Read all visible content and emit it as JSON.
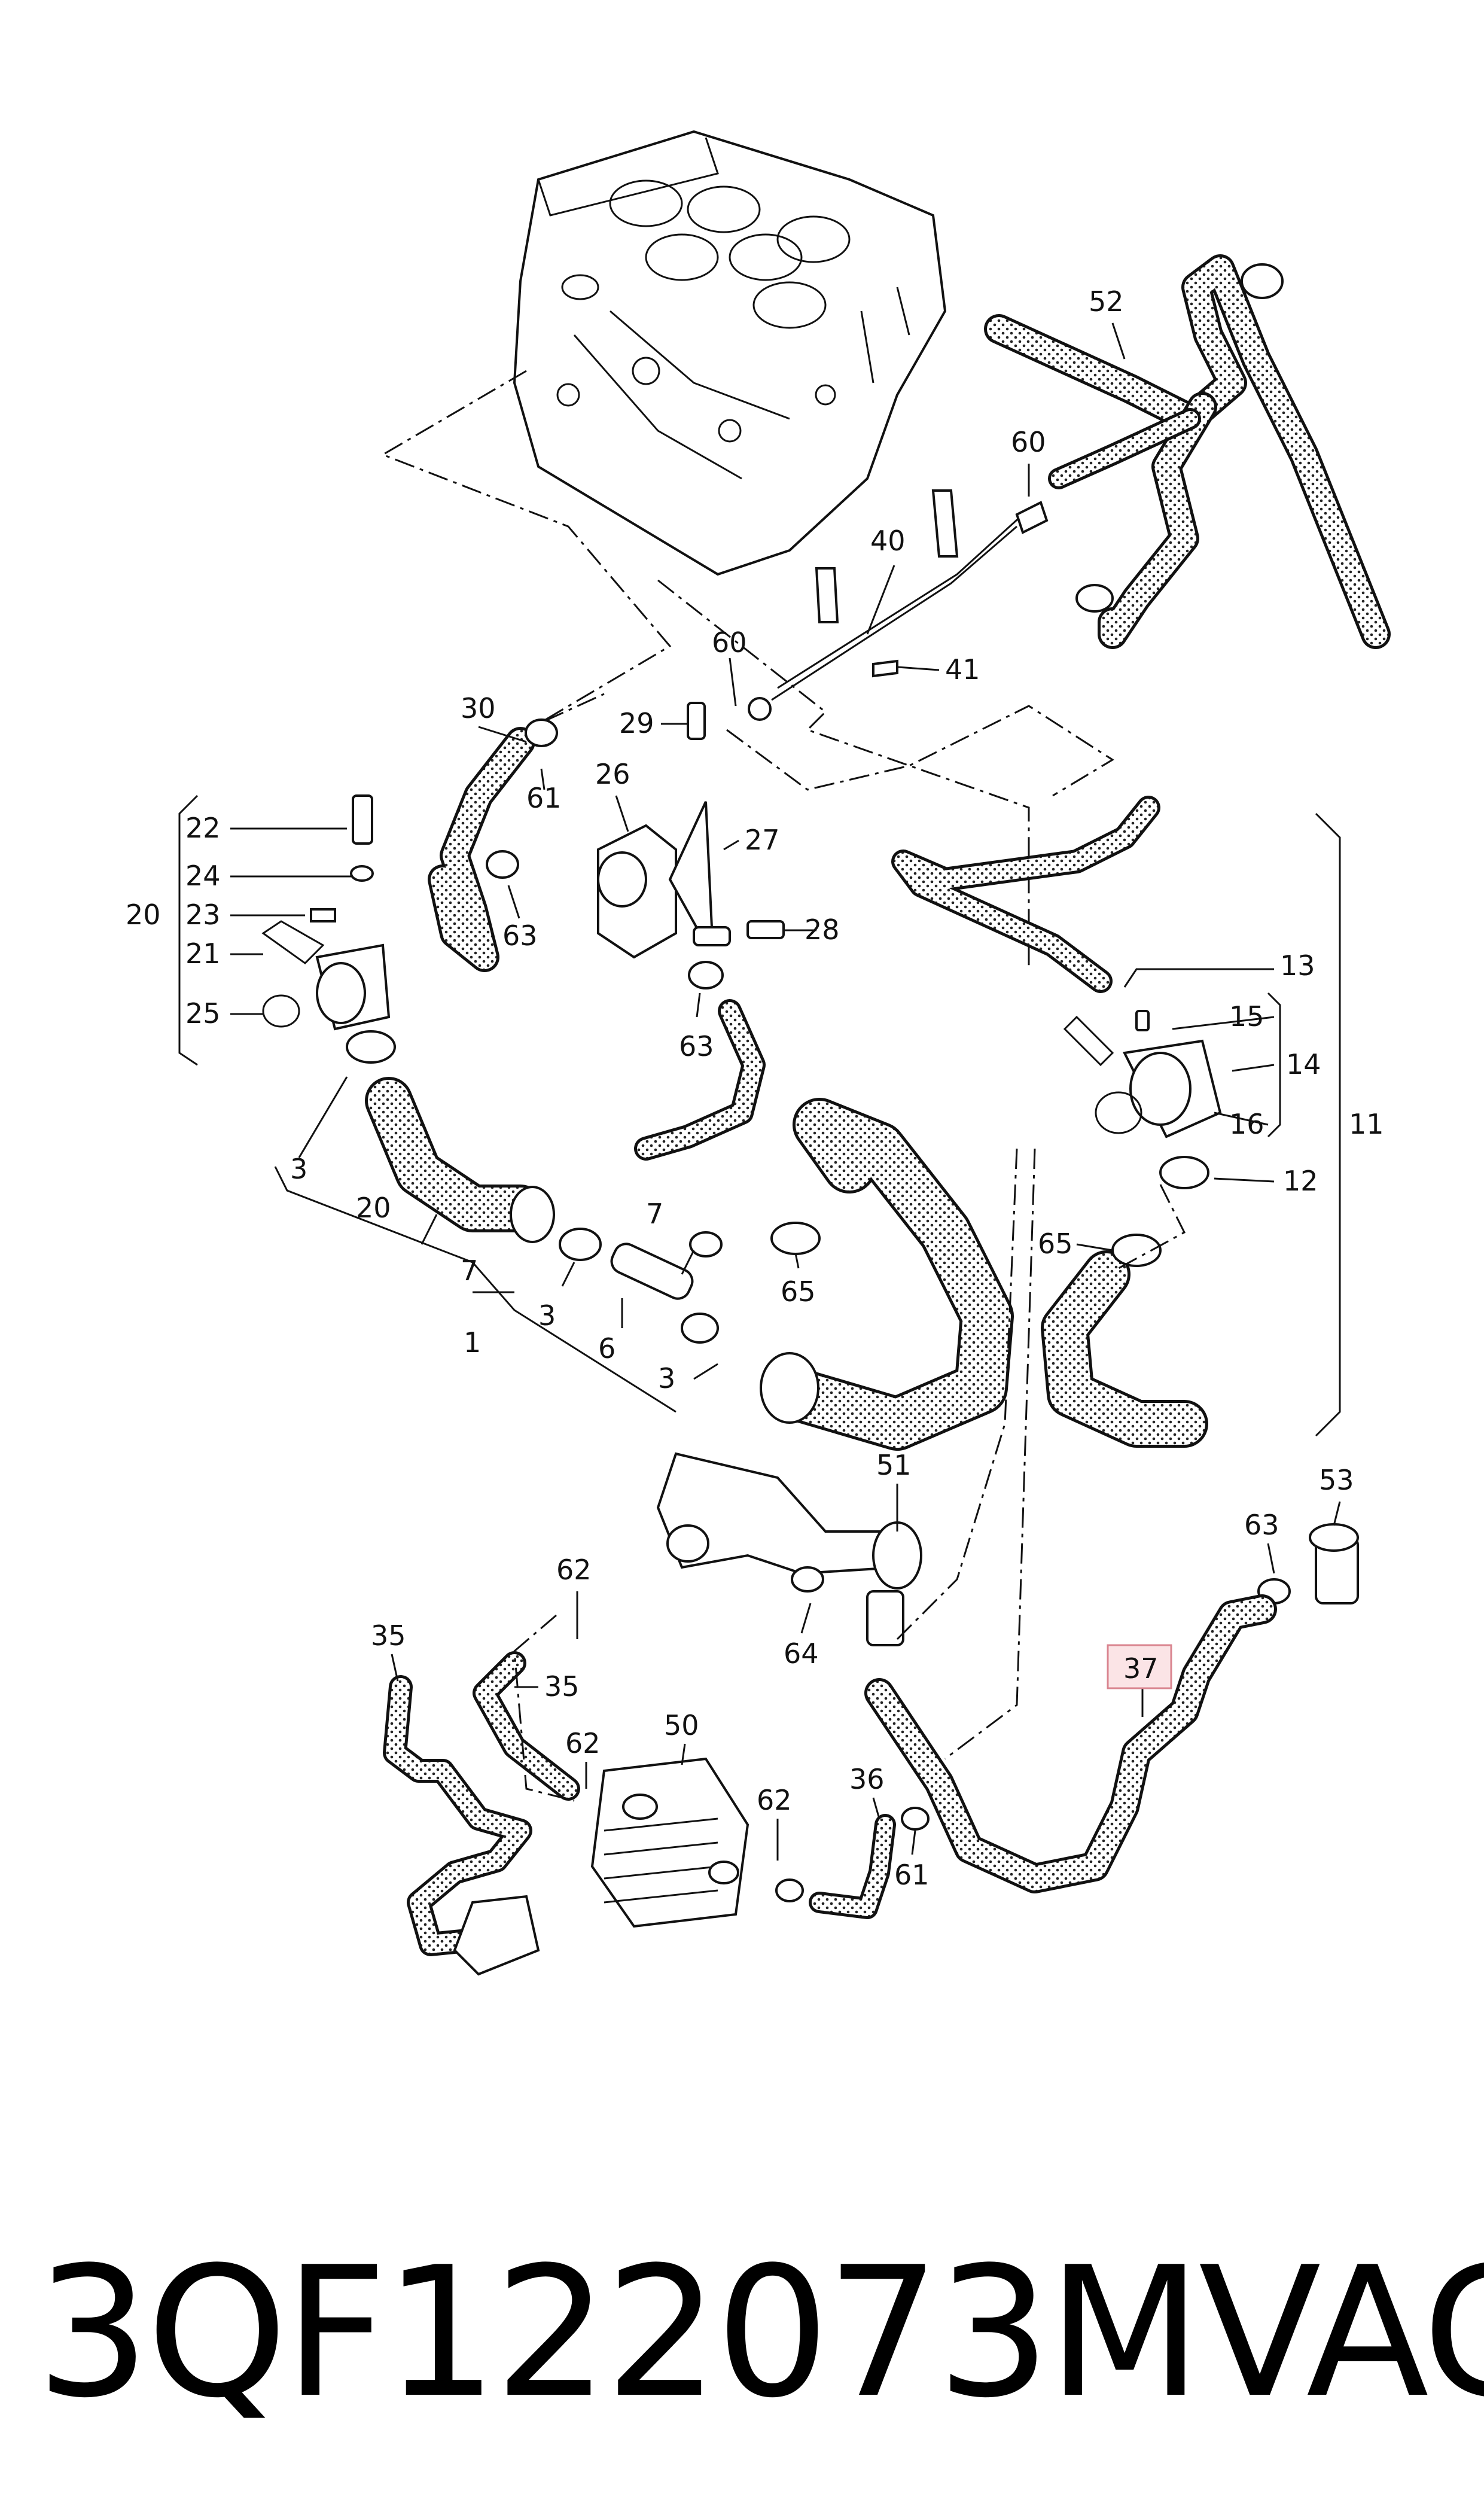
{
  "part_number": "3QF122073M",
  "brand": "VAG",
  "highlighted_callout": "37",
  "colors": {
    "highlight_fill": "#fbe4e6",
    "highlight_stroke": "#d9848f",
    "line": "#111111"
  },
  "callouts": [
    "52",
    "60",
    "40",
    "41",
    "60",
    "30",
    "29",
    "26",
    "27",
    "28",
    "61",
    "63",
    "63",
    "22",
    "24",
    "20",
    "23",
    "21",
    "25",
    "3",
    "20",
    "7",
    "1",
    "7",
    "3",
    "6",
    "3",
    "65",
    "13",
    "15",
    "14",
    "16",
    "11",
    "12",
    "65",
    "51",
    "53",
    "63",
    "62",
    "35",
    "35",
    "62",
    "50",
    "64",
    "36",
    "62",
    "61",
    "37"
  ]
}
